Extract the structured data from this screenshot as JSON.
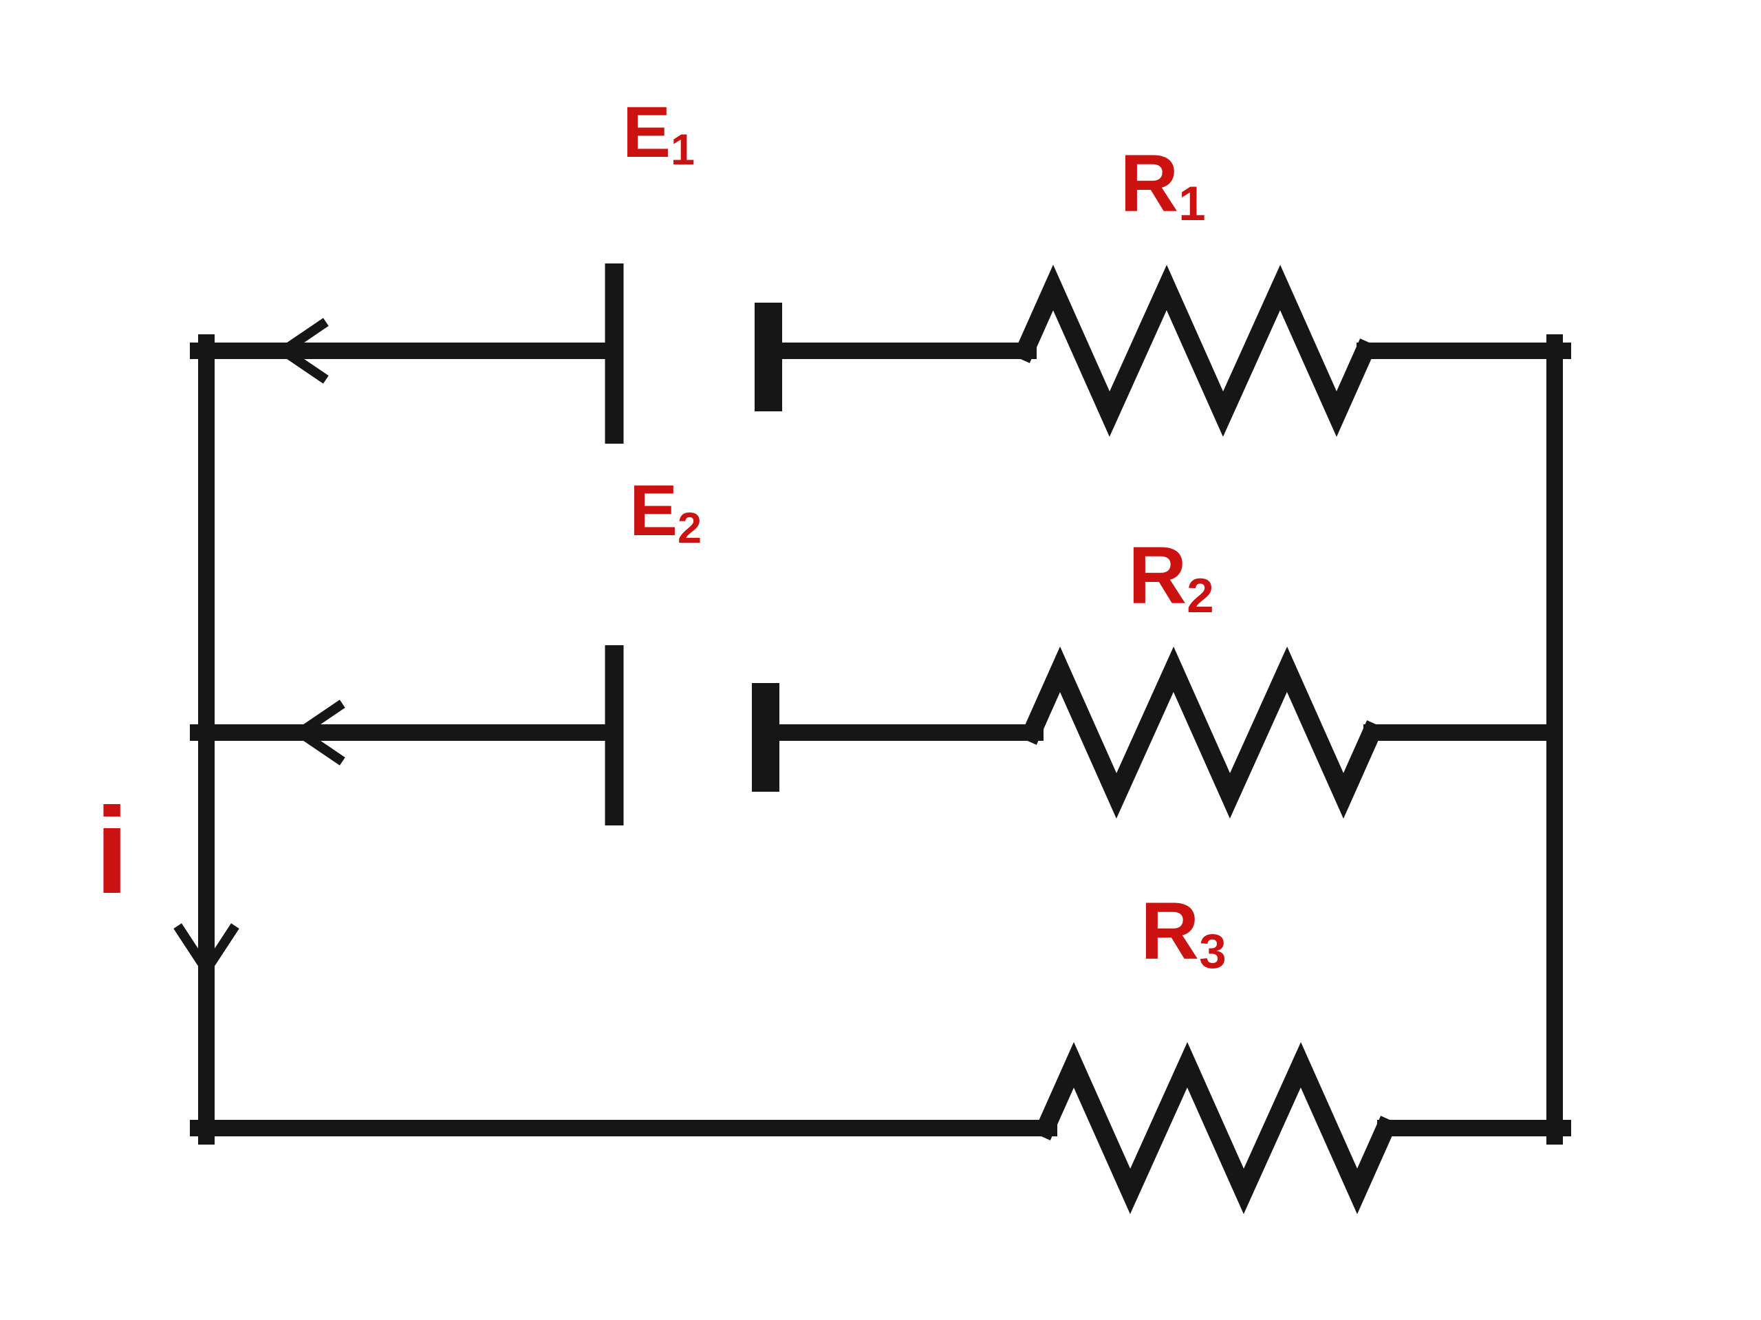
{
  "diagram": {
    "type": "circuit-schematic",
    "description": "Single series loop with two batteries and three resistors; current i flows counterclockwise (arrows point left along top and middle branches and down the left wire)."
  },
  "labels": {
    "battery1": {
      "base": "E",
      "sub": "1"
    },
    "battery2": {
      "base": "E",
      "sub": "2"
    },
    "resistor1": {
      "base": "R",
      "sub": "1"
    },
    "resistor2": {
      "base": "R",
      "sub": "2"
    },
    "resistor3": {
      "base": "R",
      "sub": "3"
    },
    "current": {
      "base": "i",
      "sub": ""
    }
  },
  "components": [
    {
      "kind": "battery",
      "label": "E1",
      "branch": "top",
      "long_plate": "left",
      "short_plate": "right"
    },
    {
      "kind": "resistor",
      "label": "R1",
      "branch": "top"
    },
    {
      "kind": "battery",
      "label": "E2",
      "branch": "middle",
      "long_plate": "left",
      "short_plate": "right"
    },
    {
      "kind": "resistor",
      "label": "R2",
      "branch": "middle"
    },
    {
      "kind": "resistor",
      "label": "R3",
      "branch": "bottom"
    },
    {
      "kind": "current-arrow",
      "label": "i",
      "direction": "counterclockwise"
    }
  ],
  "colors": {
    "label": "#cc1111",
    "wire": "#161616",
    "background": "#ffffff"
  }
}
